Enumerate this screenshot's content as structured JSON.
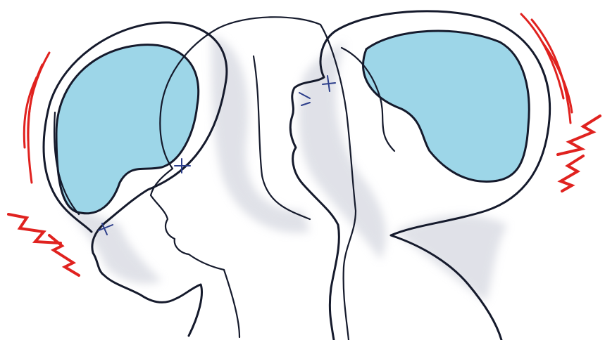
{
  "illustration": {
    "colors": {
      "background": "#ffffff",
      "outline": "#151a2c",
      "brain_fill": "#9dd6e8",
      "shading": "#c7cad6",
      "motion_marks": "#e0221f"
    },
    "figures": [
      {
        "id": "head-whiplash-forward",
        "has_brain": true
      },
      {
        "id": "head-ghost-neutral",
        "has_brain": false
      },
      {
        "id": "head-whiplash-backward",
        "has_brain": true
      }
    ],
    "impact_marks": [
      {
        "id": "left",
        "type": "motion-lines-and-zigzag"
      },
      {
        "id": "right",
        "type": "motion-lines-and-zigzag"
      }
    ]
  }
}
